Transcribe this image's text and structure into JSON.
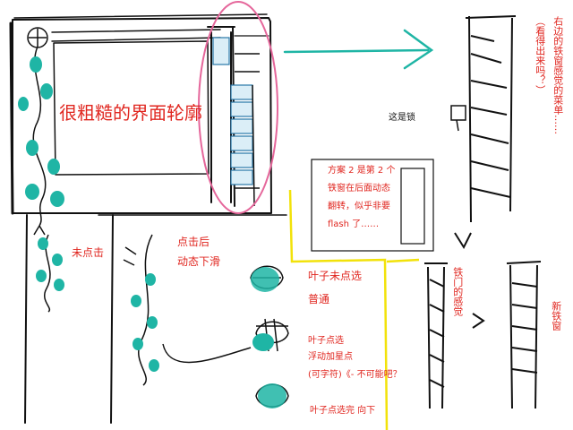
{
  "labels": {
    "rough_outline": "很粗糙的界面轮廓",
    "not_clicked": "未点击",
    "after_click_1": "点击后",
    "after_click_2": "动态下滑",
    "leaf_unselected_1": "叶子未点选",
    "leaf_unselected_2": "普通",
    "leaf_selected_1": "叶子点选",
    "leaf_selected_2": "浮动加星点",
    "leaf_selected_3": "(可字符)《- 不可能吧？",
    "leaf_done": "叶子点选完   向下",
    "this_is_lock": "这是锁",
    "plan2_1": "方案 2 是第 2 个",
    "plan2_2": "铁窗在后面动态",
    "plan2_3": "翻转，似乎非要",
    "plan2_4": "flash 了……",
    "right_menu_col1": "右边的铁窗感觉的菜单……",
    "right_menu_col2": "（看得出来吗？）",
    "iron_door": "铁门的感觉",
    "new_window": "新铁窗"
  },
  "colors": {
    "ink": "#111111",
    "teal": "#1fb5a5",
    "red": "#e0261f",
    "pink": "#e5679b",
    "yellow": "#f2e20a",
    "panel_blue": "#dbeef7"
  }
}
